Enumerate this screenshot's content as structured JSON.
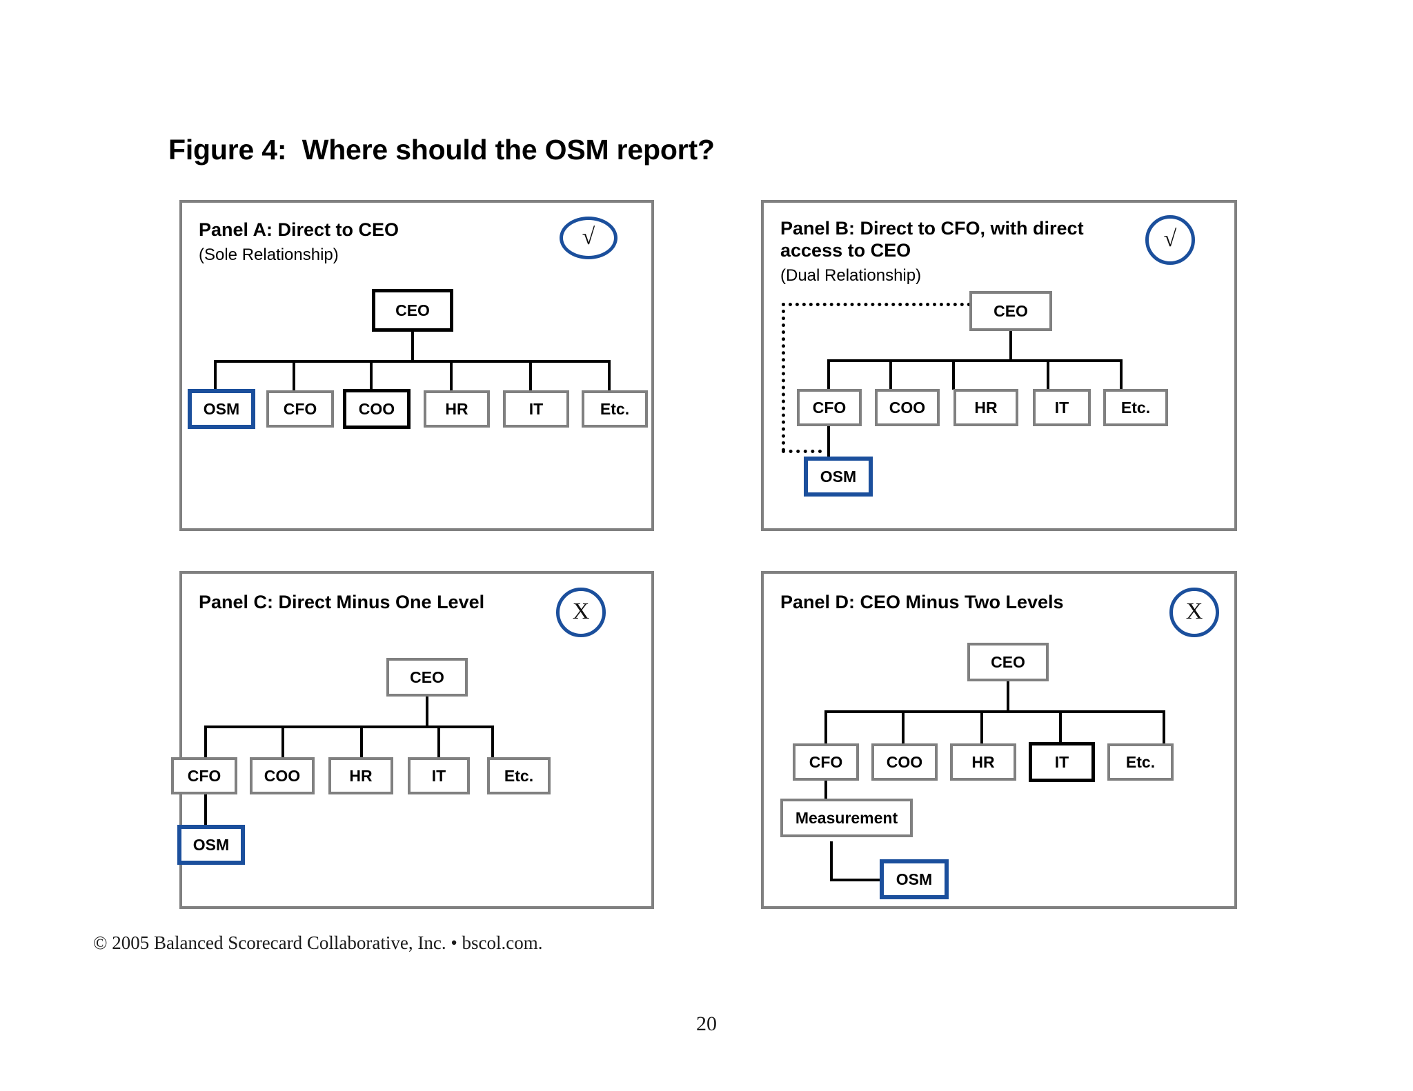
{
  "figure": {
    "title": "Figure 4:  Where should the OSM report?"
  },
  "panels": [
    {
      "id": "A",
      "title": "Panel A:    Direct to CEO",
      "subtitle": "(Sole Relationship)",
      "verdict": "√",
      "verdict_name": "check-mark",
      "nodes": {
        "ceo": "CEO",
        "osm": "OSM",
        "cfo": "CFO",
        "coo": "COO",
        "hr": "HR",
        "it": "IT",
        "etc": "Etc."
      }
    },
    {
      "id": "B",
      "title": "Panel B: Direct to CFO, with direct\naccess to CEO",
      "subtitle": "(Dual Relationship)",
      "verdict": "√",
      "verdict_name": "check-mark",
      "nodes": {
        "ceo": "CEO",
        "cfo": "CFO",
        "coo": "COO",
        "hr": "HR",
        "it": "IT",
        "etc": "Etc.",
        "osm": "OSM"
      }
    },
    {
      "id": "C",
      "title": "Panel C: Direct Minus One Level",
      "subtitle": "",
      "verdict": "X",
      "verdict_name": "cross-mark",
      "nodes": {
        "ceo": "CEO",
        "cfo": "CFO",
        "coo": "COO",
        "hr": "HR",
        "it": "IT",
        "etc": "Etc.",
        "osm": "OSM"
      }
    },
    {
      "id": "D",
      "title": "Panel D: CEO Minus Two Levels",
      "subtitle": "",
      "verdict": "X",
      "verdict_name": "cross-mark",
      "nodes": {
        "ceo": "CEO",
        "cfo": "CFO",
        "coo": "COO",
        "hr": "HR",
        "it": "IT",
        "etc": "Etc.",
        "measurement": "Measurement",
        "osm": "OSM"
      }
    }
  ],
  "footer": {
    "copyright": "© 2005 Balanced Scorecard Collaborative, Inc. • bscol.com.",
    "page_number": "20"
  },
  "colors": {
    "panel_border": "#808080",
    "node_gray": "#808080",
    "node_black": "#000000",
    "highlight_blue": "#1b4f9c",
    "background": "#ffffff"
  }
}
